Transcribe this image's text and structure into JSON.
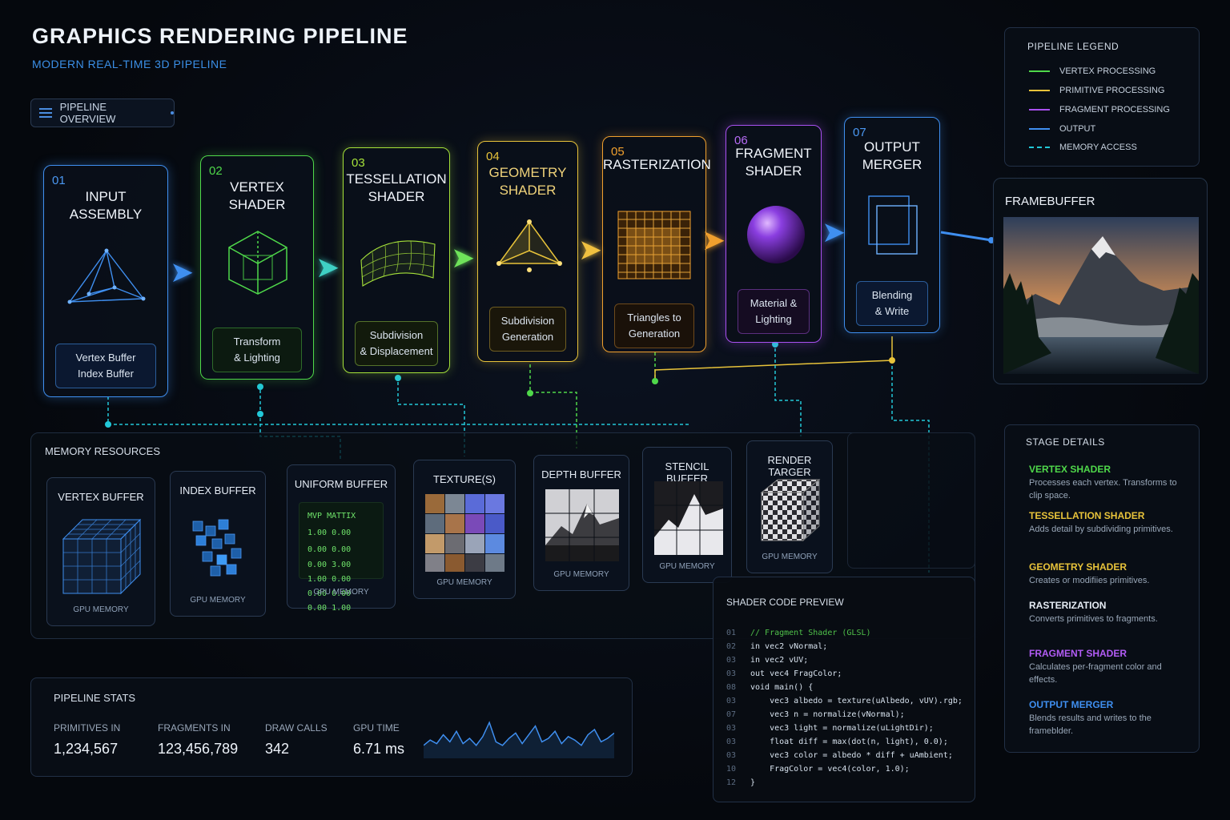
{
  "header": {
    "title": "GRAPHICS RENDERING PIPELINE",
    "subtitle": "MODERN REAL-TIME 3D PIPELINE",
    "overview_label": "PIPELINE OVERVIEW"
  },
  "colors": {
    "blue": "#3f8ff0",
    "green": "#55e04a",
    "lime": "#a6e23a",
    "yellow": "#e8c33a",
    "orange": "#f0a02e",
    "purple": "#a950f0",
    "cyan": "#22c8d8"
  },
  "stages": [
    {
      "num": "01",
      "name_lines": [
        "INPUT",
        "ASSEMBLY"
      ],
      "box": "Vertex Buffer\nIndex Buffer",
      "icon": "triangle-mesh-icon"
    },
    {
      "num": "02",
      "name_lines": [
        "VERTEX",
        "SHADER"
      ],
      "box": "Transform\n& Lighting",
      "icon": "wireframe-cube-icon"
    },
    {
      "num": "03",
      "name_lines": [
        "TESSELLATION",
        "SHADER"
      ],
      "box": "Subdivision\n& Displacement",
      "icon": "mesh-surface-icon"
    },
    {
      "num": "04",
      "name_lines": [
        "GEOMETRY",
        "SHADER"
      ],
      "box": "Subdivision\nGeneration",
      "icon": "pyramid-icon"
    },
    {
      "num": "05",
      "name_lines": [
        "RASTERIZATION",
        ""
      ],
      "box": "Triangles to\nGeneration",
      "icon": "pixel-grid-icon"
    },
    {
      "num": "06",
      "name_lines": [
        "FRAGMENT",
        "SHADER"
      ],
      "box": "Material &\nLighting",
      "icon": "sphere-icon"
    },
    {
      "num": "07",
      "name_lines": [
        "OUTPUT",
        "MERGER"
      ],
      "box": "Blending\n& Write",
      "icon": "layers-icon"
    }
  ],
  "framebuffer": {
    "label": "FRAMEBUFFER",
    "image": "mountain-lake-image"
  },
  "legend": {
    "title": "PIPELINE LEGEND",
    "items": [
      {
        "label": "VERTEX PROCESSING",
        "color": "#4fd84a",
        "style": "solid"
      },
      {
        "label": "PRIMITIVE PROCESSING",
        "color": "#e8c33a",
        "style": "solid"
      },
      {
        "label": "FRAGMENT PROCESSING",
        "color": "#a950f0",
        "style": "solid"
      },
      {
        "label": "OUTPUT",
        "color": "#3f8ff0",
        "style": "solid"
      },
      {
        "label": "MEMORY ACCESS",
        "color": "#22c8d8",
        "style": "dashed"
      }
    ]
  },
  "memory": {
    "title": "MEMORY RESOURCES",
    "footer": "GPU MEMORY",
    "cards": [
      {
        "title": "VERTEX BUFFER",
        "icon": "vertex-grid-cube-icon"
      },
      {
        "title": "INDEX BUFFER",
        "icon": "index-blocks-icon"
      },
      {
        "title": "UNIFORM BUFFER",
        "icon": "matrix-icon"
      },
      {
        "title": "TEXTURE(S)",
        "icon": "texture-tiles-icon"
      },
      {
        "title": "DEPTH BUFFER",
        "icon": "depth-mountain-icon"
      },
      {
        "title": "STENCIL BUFFER",
        "icon": "stencil-mountain-icon"
      },
      {
        "title": "RENDER TARGER",
        "icon": "checker-cube-icon"
      }
    ],
    "matrix": {
      "label": "MVP MATTIX",
      "rows": [
        "1.00  0.00  0.00  0.00",
        "0.00  3.00  1.00  0.00",
        "0.00  0.00  0.00  1.00"
      ]
    }
  },
  "details": {
    "title": "STAGE DETAILS",
    "items": [
      {
        "name": "VERTEX SHADER",
        "desc": "Processes each vertex. Transforms to clip space.",
        "color": "#4fd84a"
      },
      {
        "name": "TESSELLATION SHADER",
        "desc": "Adds detail by subdividing primitives.",
        "color": "#e8c33a"
      },
      {
        "name": "GEOMETRY SHADER",
        "desc": "Creates or modifiies primitives.",
        "color": "#e8c33a"
      },
      {
        "name": "RASTERIZATION",
        "desc": "Converts primitives to fragments.",
        "color": "#e6ecf4"
      },
      {
        "name": "FRAGMENT SHADER",
        "desc": "Calculates per-fragment color and effects.",
        "color": "#b25cf5"
      },
      {
        "name": "OUTPUT MERGER",
        "desc": "Blends results and writes to the frameblder.",
        "color": "#3f8ff0"
      }
    ]
  },
  "code": {
    "title": "SHADER CODE PREVIEW",
    "lines": [
      {
        "no": "01",
        "text": "// Fragment Shader (GLSL)",
        "kind": "comment"
      },
      {
        "no": "02",
        "text": "in vec2 vNormal;",
        "kind": "code"
      },
      {
        "no": "03",
        "text": "in vec2 vUV;",
        "kind": "code"
      },
      {
        "no": "03",
        "text": "out vec4 FragColor;",
        "kind": "code"
      },
      {
        "no": "08",
        "text": "void main() {",
        "kind": "code"
      },
      {
        "no": "03",
        "text": "    vec3 albedo = texture(uAlbedo, vUV).rgb;",
        "kind": "code"
      },
      {
        "no": "07",
        "text": "    vec3 n = normalize(vNormal);",
        "kind": "code"
      },
      {
        "no": "03",
        "text": "    vec3 light = normalize(uLightDir);",
        "kind": "code"
      },
      {
        "no": "03",
        "text": "    float diff = max(dot(n, light), 0.0);",
        "kind": "code"
      },
      {
        "no": "03",
        "text": "    vec3 color = albedo * diff + uAmbient;",
        "kind": "code"
      },
      {
        "no": "10",
        "text": "    FragColor = vec4(color, 1.0);",
        "kind": "code"
      },
      {
        "no": "12",
        "text": "}",
        "kind": "code"
      }
    ]
  },
  "stats": {
    "title": "PIPELINE STATS",
    "items": [
      {
        "label": "PRIMITIVES IN",
        "value": "1,234,567"
      },
      {
        "label": "FRAGMENTS IN",
        "value": "123,456,789"
      },
      {
        "label": "DRAW CALLS",
        "value": "342"
      },
      {
        "label": "GPU TIME",
        "value": "6.71 ms"
      }
    ],
    "sparkline": [
      0.3,
      0.45,
      0.35,
      0.6,
      0.4,
      0.7,
      0.35,
      0.5,
      0.3,
      0.55,
      0.95,
      0.4,
      0.3,
      0.5,
      0.65,
      0.35,
      0.6,
      0.85,
      0.4,
      0.5,
      0.7,
      0.35,
      0.55,
      0.45,
      0.3,
      0.6,
      0.75,
      0.4,
      0.5,
      0.65
    ]
  }
}
